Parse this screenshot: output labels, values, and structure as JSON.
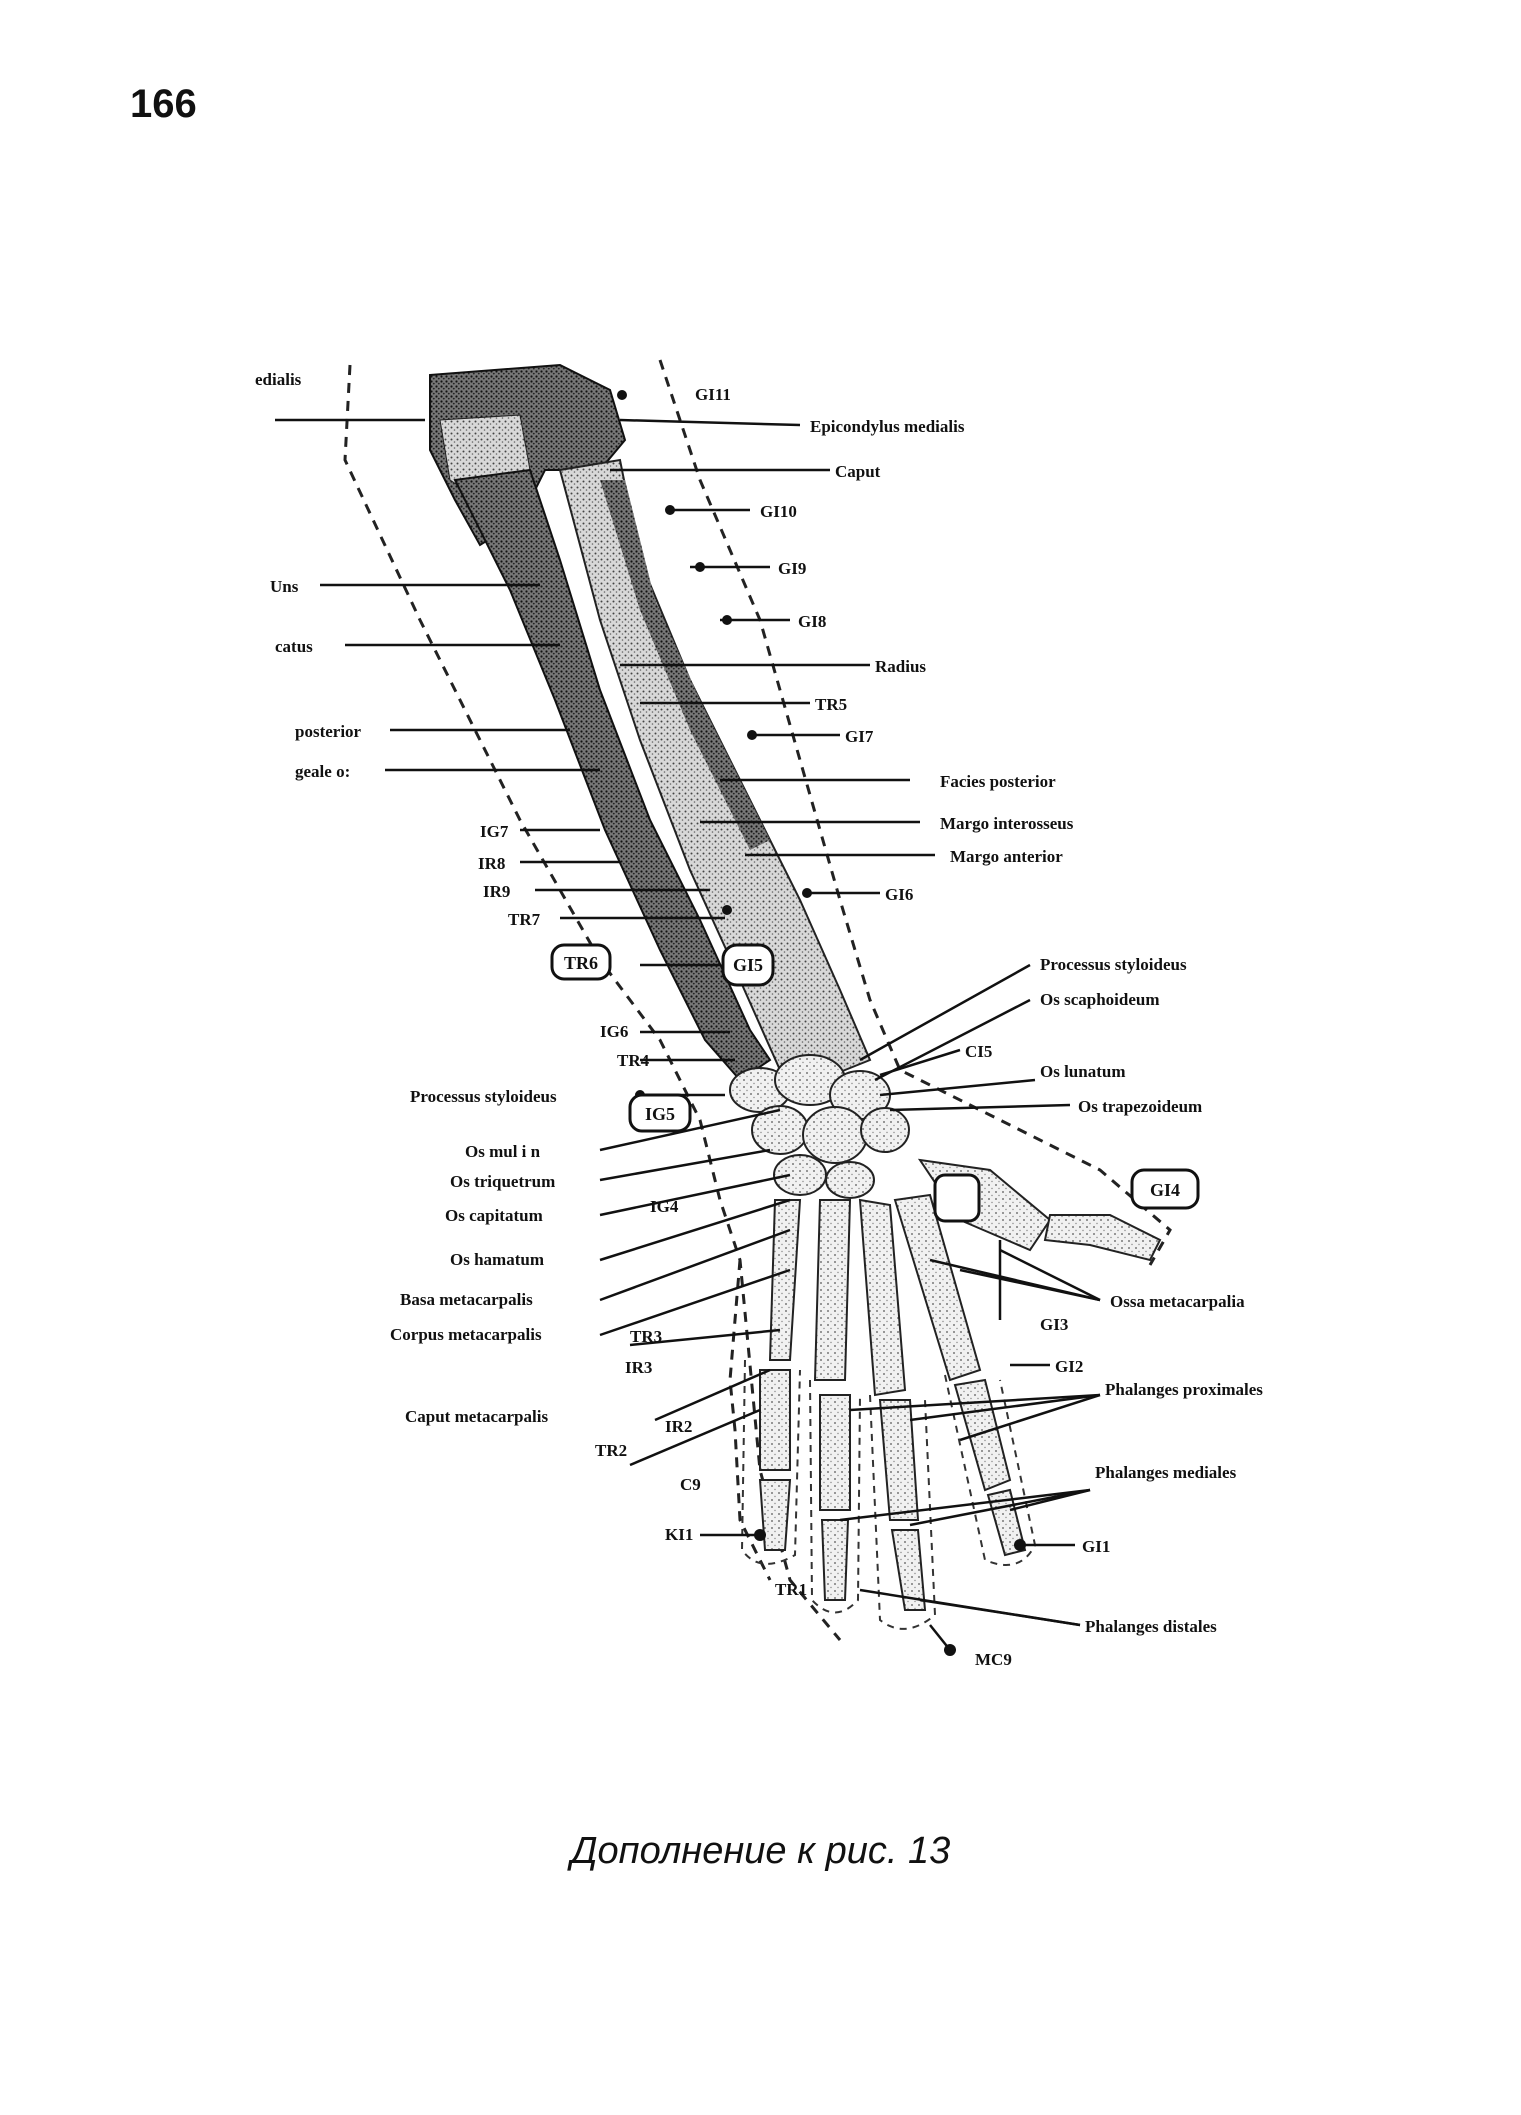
{
  "page": {
    "number": "166"
  },
  "caption": "Дополнение к рис. 13",
  "figure": {
    "labels_left": [
      "edialis",
      "Uns",
      "catus",
      "posterior",
      "geale o:",
      "IG7",
      "IR8",
      "IR9",
      "TR7",
      "IG6",
      "TR4",
      "Processus styloideus",
      "Os mul i n",
      "Os triquetrum",
      "Os capitatum",
      "IG4",
      "Os hamatum",
      "Basa metacarpalis",
      "Corpus metacarpalis",
      "TR3",
      "IR3",
      "Caput metacarpalis",
      "IR2",
      "TR2",
      "C9",
      "KI1",
      "TR1"
    ],
    "labels_right": [
      "GI11",
      "Epicondylus medialis",
      "Caput",
      "GI10",
      "GI9",
      "GI8",
      "Radius",
      "TR5",
      "GI7",
      "Facies posterior",
      "Margo interosseus",
      "Margo anterior",
      "GI6",
      "Processus styloideus",
      "Os scaphoideum",
      "CI5",
      "Os lunatum",
      "Os trapezoideum",
      "GI4",
      "Ossa metacarpalia",
      "GI3",
      "GI2",
      "Phalanges proximales",
      "Phalanges mediales",
      "GI1",
      "Phalanges distales",
      "MC9"
    ],
    "boxed_labels": [
      "TR6",
      "GI5",
      "IG5",
      "GI4"
    ]
  }
}
